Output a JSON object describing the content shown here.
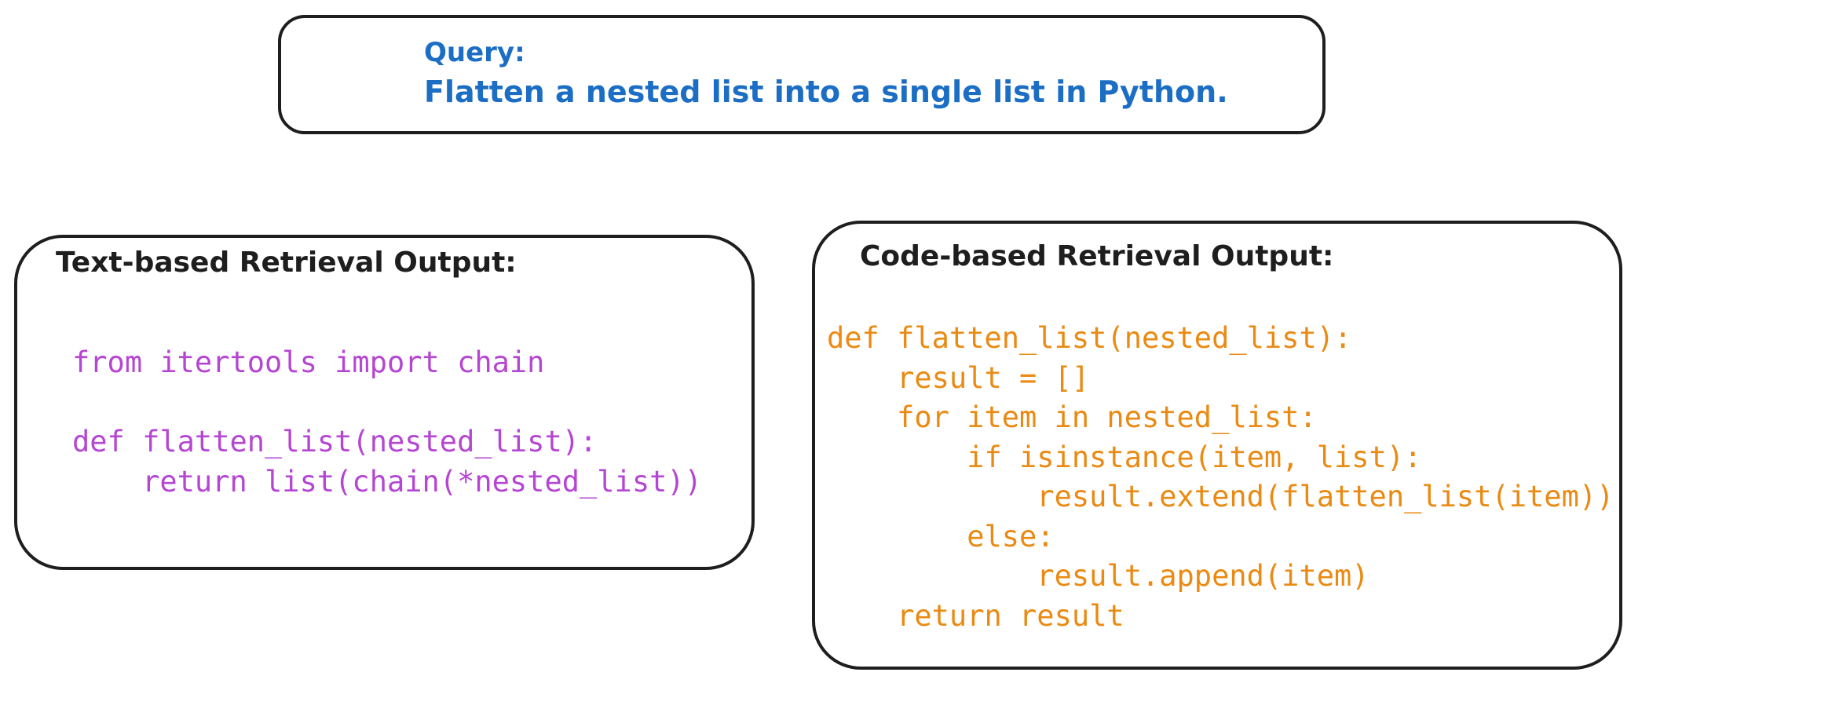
{
  "query": {
    "label": "Query:",
    "text": "Flatten a nested list into a single list in Python."
  },
  "text_retrieval": {
    "title": "Text-based Retrieval Output:",
    "lines": [
      "from itertools import chain",
      "",
      "def flatten_list(nested_list):",
      "    return list(chain(*nested_list))"
    ]
  },
  "code_retrieval": {
    "title": "Code-based Retrieval Output:",
    "lines": [
      "def flatten_list(nested_list):",
      "    result = []",
      "    for item in nested_list:",
      "        if isinstance(item, list):",
      "            result.extend(flatten_list(item))",
      "        else:",
      "            result.append(item)",
      "    return result"
    ]
  },
  "colors": {
    "query_text": "#1c6ec4",
    "text_code": "#b546d3",
    "code_code": "#ea8a12",
    "stroke": "#1e1e1e"
  }
}
